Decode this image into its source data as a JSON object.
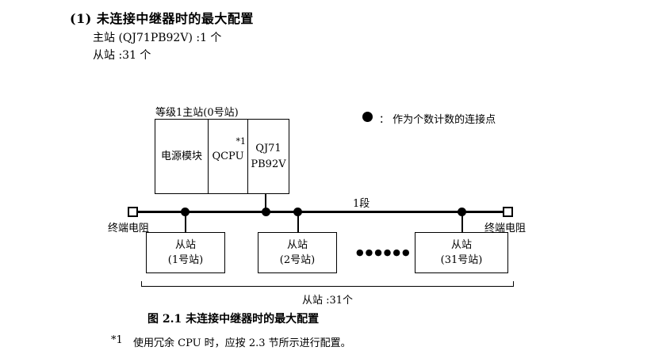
{
  "heading": {
    "title": "(1) 未连接中继器时的最大配置",
    "master_line": "主站 (QJ71PB92V) :1 个",
    "slave_line": "从站 :31 个"
  },
  "diagram": {
    "master_label": "等级1主站(0号站)",
    "cells": {
      "power": "电源模块",
      "cpu": "QCPU",
      "cpu_note": "*1",
      "pb_line1": "QJ71",
      "pb_line2": "PB92V"
    },
    "legend_text": "：  作为个数计数的连接点",
    "segment_label": "1段",
    "terminator_left": "终端电阻",
    "terminator_right": "终端电阻",
    "slaves": [
      {
        "line1": "从站",
        "line2": "(1号站)"
      },
      {
        "line1": "从站",
        "line2": "(2号站)"
      },
      {
        "line1": "从站",
        "line2": "(31号站)"
      }
    ],
    "ellipsis": "●●●●●●",
    "count_label": "从站 :31个"
  },
  "caption": "图 2.1 未连接中继器时的最大配置",
  "footnote": {
    "marker": "*1",
    "text": "使用冗余 CPU 时，应按 2.3 节所示进行配置。"
  }
}
